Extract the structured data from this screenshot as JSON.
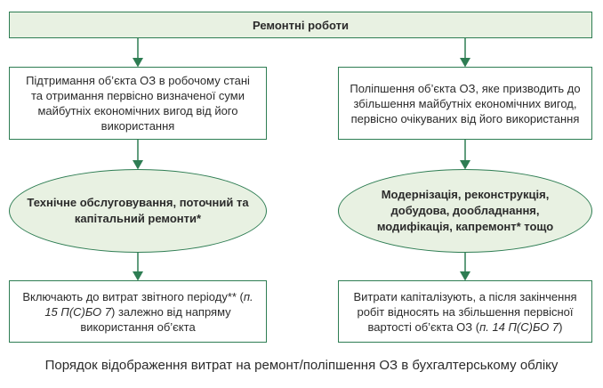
{
  "header": "Ремонтні роботи",
  "left": {
    "top": "Підтримання об’єкта ОЗ в робочому стані та отримання первісно визначеної суми майбутніх економічних вигод від його використання",
    "oval": "Технічне обслуговування, поточний та капітальний ремонти*",
    "bottom_pre": "Включають до витрат звітного періоду** (",
    "bottom_ref": "п. 15 П(С)БО 7",
    "bottom_post": ") залежно від напряму використання об’єкта"
  },
  "right": {
    "top": "Поліпшення об’єкта ОЗ, яке призводить до збільшення майбутніх економічних вигод, первісно очікуваних від його використання",
    "oval": "Модернізація, реконструкція, добудова, дообладнання, модифікація, капремонт* тощо",
    "bottom_pre": "Витрати капіталізують, а після закінчення робіт відносять на збільшення первісної вартості об’єкта ОЗ (",
    "bottom_ref": "п. 14 П(С)БО 7",
    "bottom_post": ")"
  },
  "caption": "Порядок відображення витрат на ремонт/поліпшення ОЗ в бухгалтерському обліку",
  "colors": {
    "border": "#2e7d53",
    "fill_light": "#e8f1e2"
  }
}
